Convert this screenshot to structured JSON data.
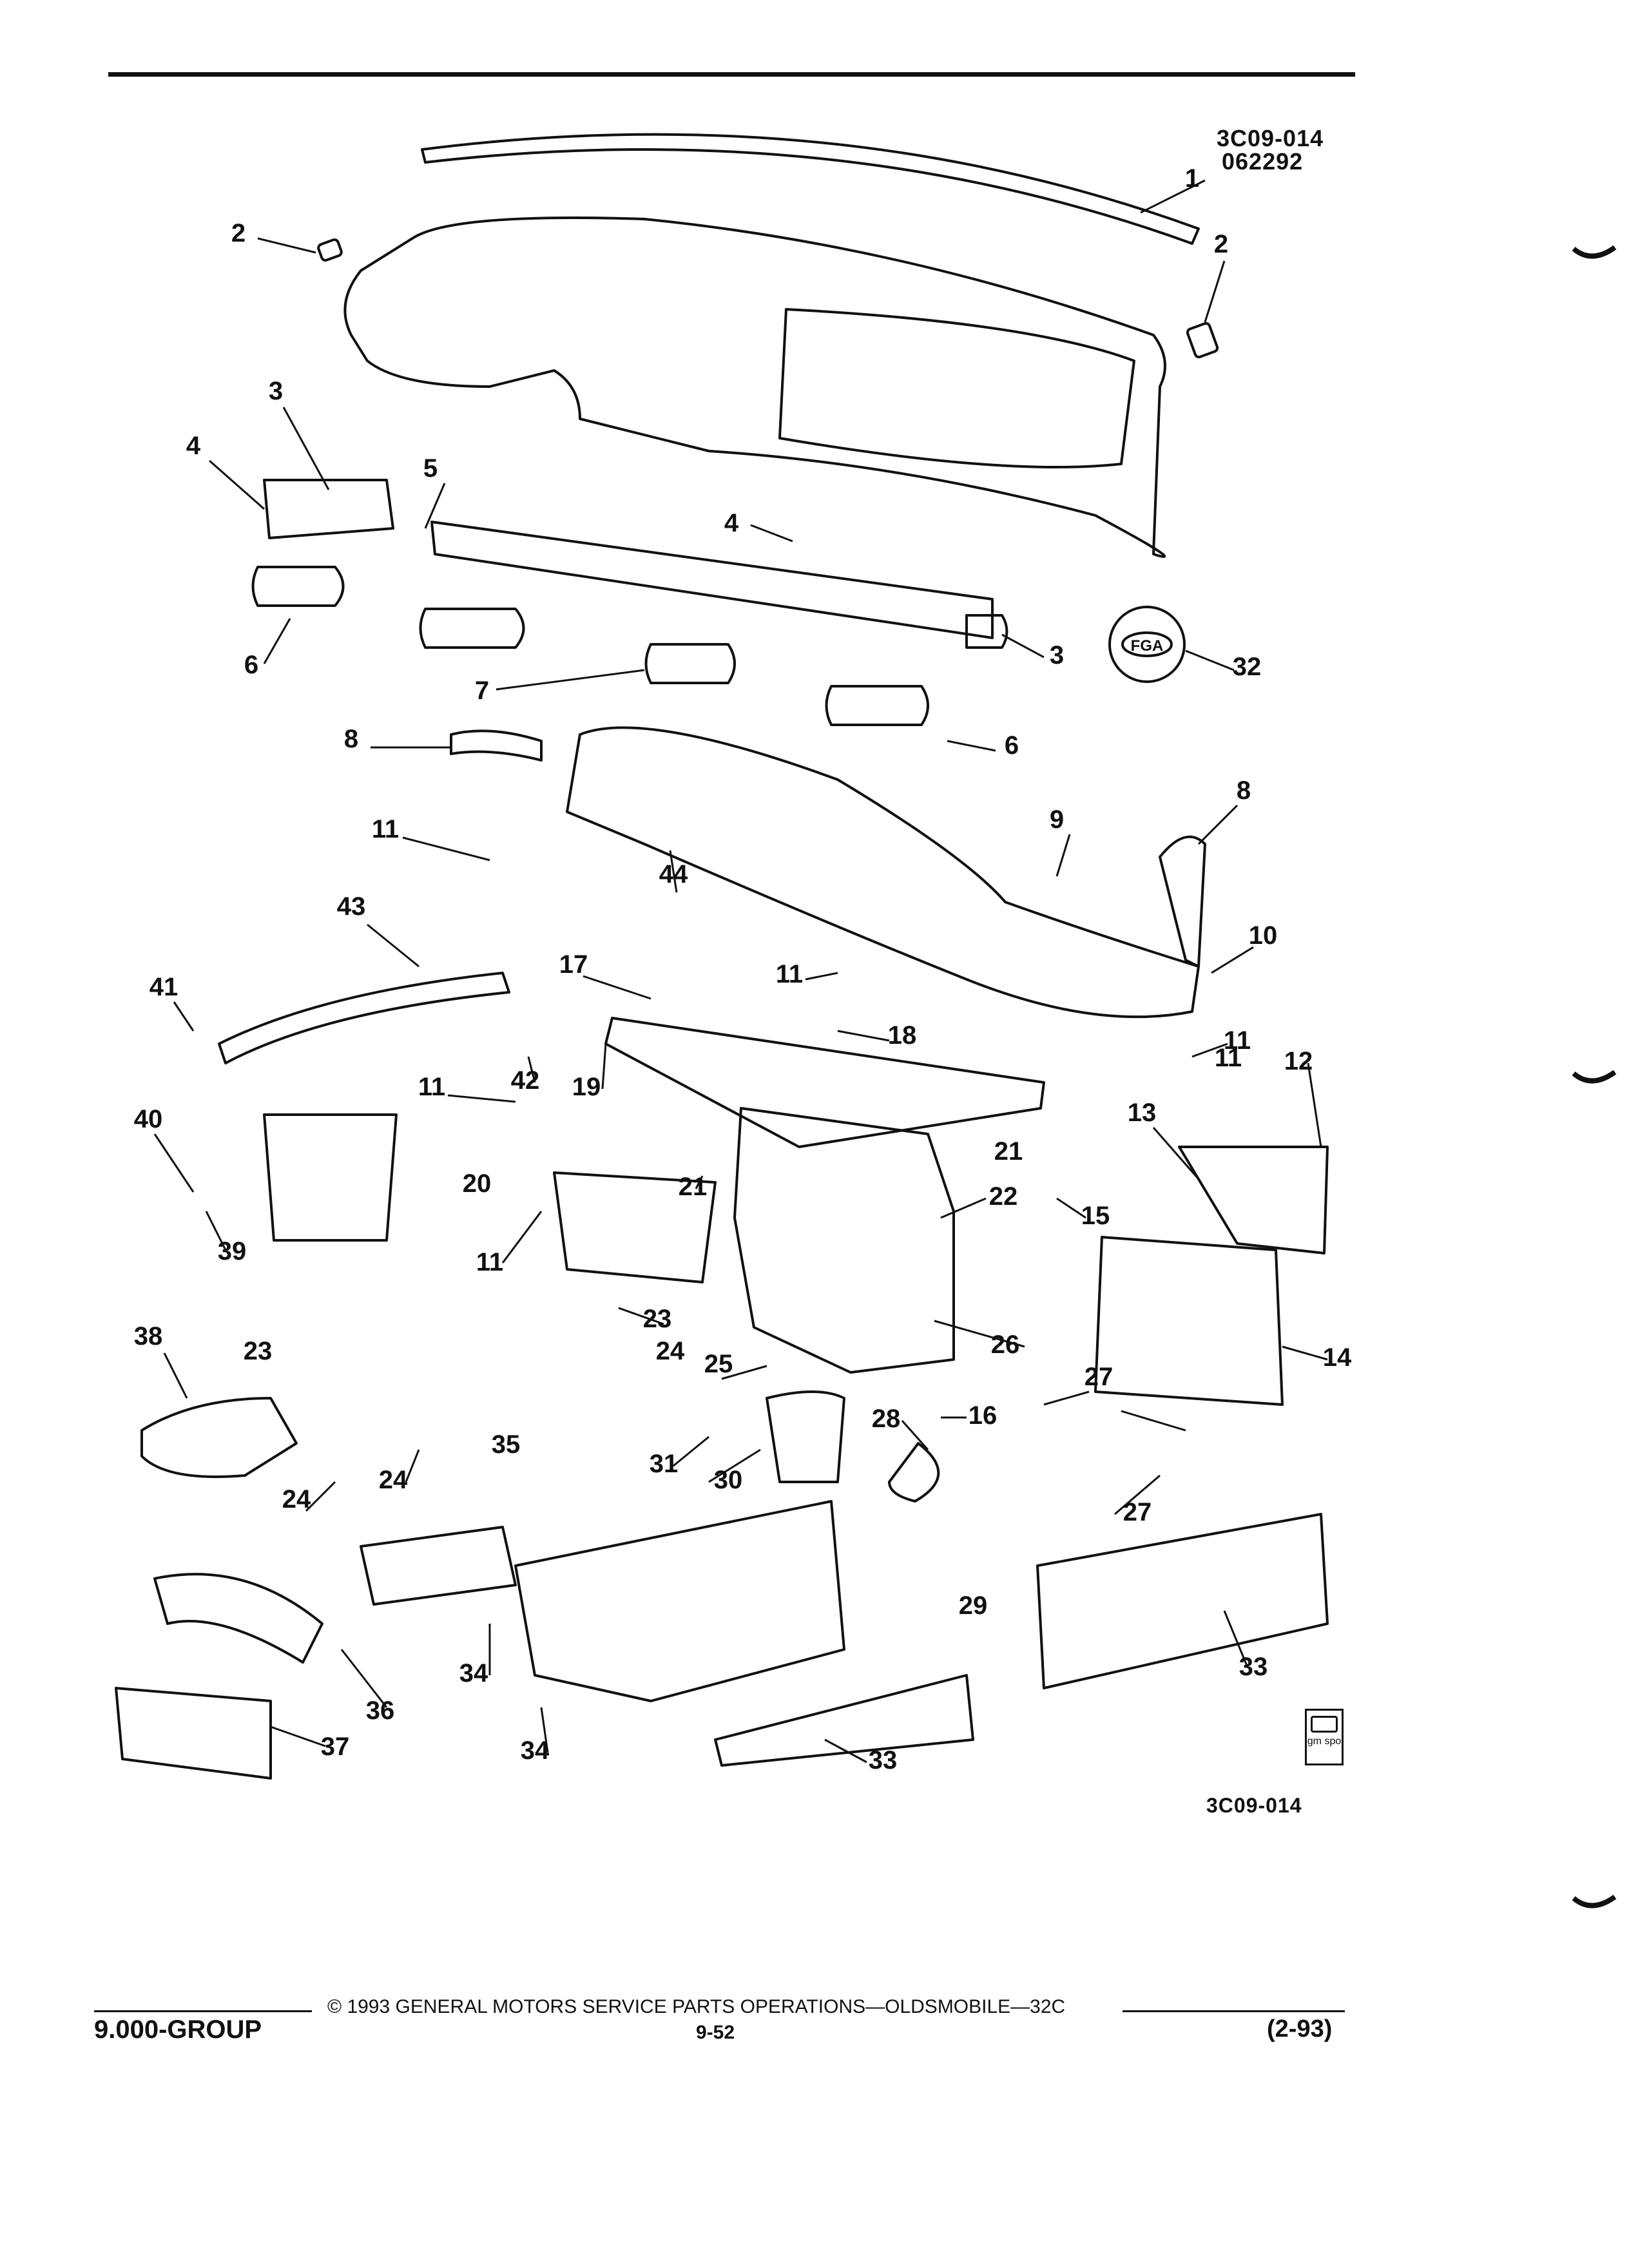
{
  "figure": {
    "code_top": "3C09-014",
    "date_code": "062292",
    "code_bottom": "3C09-014"
  },
  "callouts": [
    "1",
    "2",
    "2",
    "3",
    "3",
    "4",
    "4",
    "5",
    "6",
    "6",
    "7",
    "8",
    "8",
    "9",
    "10",
    "11",
    "11",
    "11",
    "11",
    "11",
    "11",
    "12",
    "13",
    "14",
    "15",
    "16",
    "17",
    "18",
    "19",
    "20",
    "21",
    "21",
    "22",
    "23",
    "23",
    "24",
    "24",
    "24",
    "25",
    "26",
    "27",
    "27",
    "28",
    "29",
    "30",
    "31",
    "32",
    "33",
    "33",
    "34",
    "34",
    "35",
    "36",
    "37",
    "38",
    "39",
    "40",
    "41",
    "42",
    "43",
    "44"
  ],
  "emblem_text": "FGA",
  "icon_label": "gm spo",
  "footer": {
    "group": "9.000-GROUP",
    "copyright": "© 1993 GENERAL MOTORS SERVICE PARTS OPERATIONS—OLDSMOBILE—32C",
    "page": "9-52",
    "date": "(2-93)"
  },
  "colors": {
    "ink": "#111111",
    "paper": "#ffffff"
  }
}
